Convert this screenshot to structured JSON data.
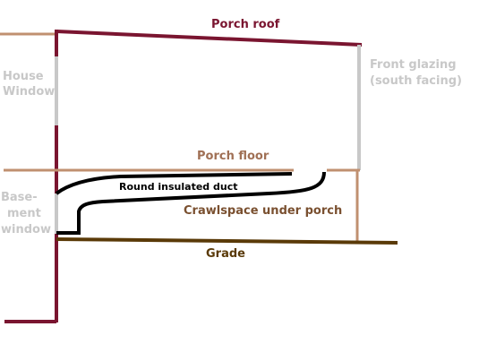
{
  "labels": {
    "porch_roof": "Porch roof",
    "house_window_1": "House",
    "house_window_2": "Window",
    "front_glazing_1": "Front glazing",
    "front_glazing_2": "(south facing)",
    "porch_floor": "Porch floor",
    "duct": "Round insulated duct",
    "basement_window_1": "Base-",
    "basement_window_2": "ment",
    "basement_window_3": "window",
    "crawlspace": "Crawlspace under porch",
    "grade": "Grade"
  },
  "colors": {
    "wall": "#7a1530",
    "roof": "#7a1530",
    "beam": "#c09070",
    "window": "#c8c8c8",
    "duct": "#000000",
    "grade": "#5a3a08",
    "text_dark": "#7a1530",
    "text_light": "#c8c8c8",
    "text_brown": "#a07055",
    "text_black": "#000000"
  }
}
